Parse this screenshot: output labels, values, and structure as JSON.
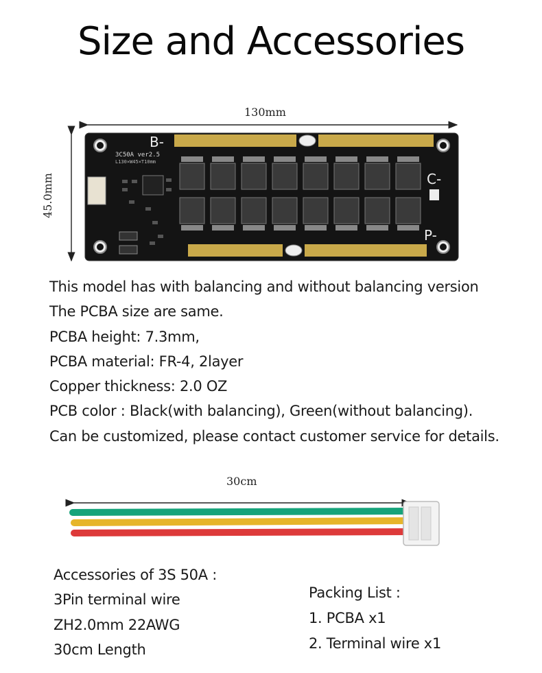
{
  "title": "Size and Accessories",
  "pcb_dimensions": {
    "width_label": "130mm",
    "height_label": "45.0mm"
  },
  "pcb_silkscreen": {
    "model": "3C50A ver2.5",
    "size_note": "L130×W45×T10mm",
    "terminal_b": "B-",
    "terminal_c": "C-",
    "terminal_p": "P-"
  },
  "specs": [
    "This model has with balancing and without balancing version",
    "The PCBA size are same.",
    "PCBA height: 7.3mm,",
    "PCBA material: FR-4,  2layer",
    "Copper thickness:  2.0 OZ",
    "PCB color :  Black(with balancing), Green(without balancing).",
    "Can be customized, please contact customer service for details."
  ],
  "wire_length_label": "30cm",
  "accessories": [
    "Accessories of  3S 50A :",
    "3Pin terminal wire",
    "ZH2.0mm 22AWG",
    "30cm Length"
  ],
  "packing_list": [
    "Packing List :",
    "1. PCBA x1",
    "2. Terminal wire x1"
  ],
  "colors": {
    "pcb_board": "#141414",
    "copper_bar": "#c9a94a",
    "wire_green": "#16a37a",
    "wire_yellow": "#e6b52a",
    "wire_red": "#dd3a3a"
  }
}
